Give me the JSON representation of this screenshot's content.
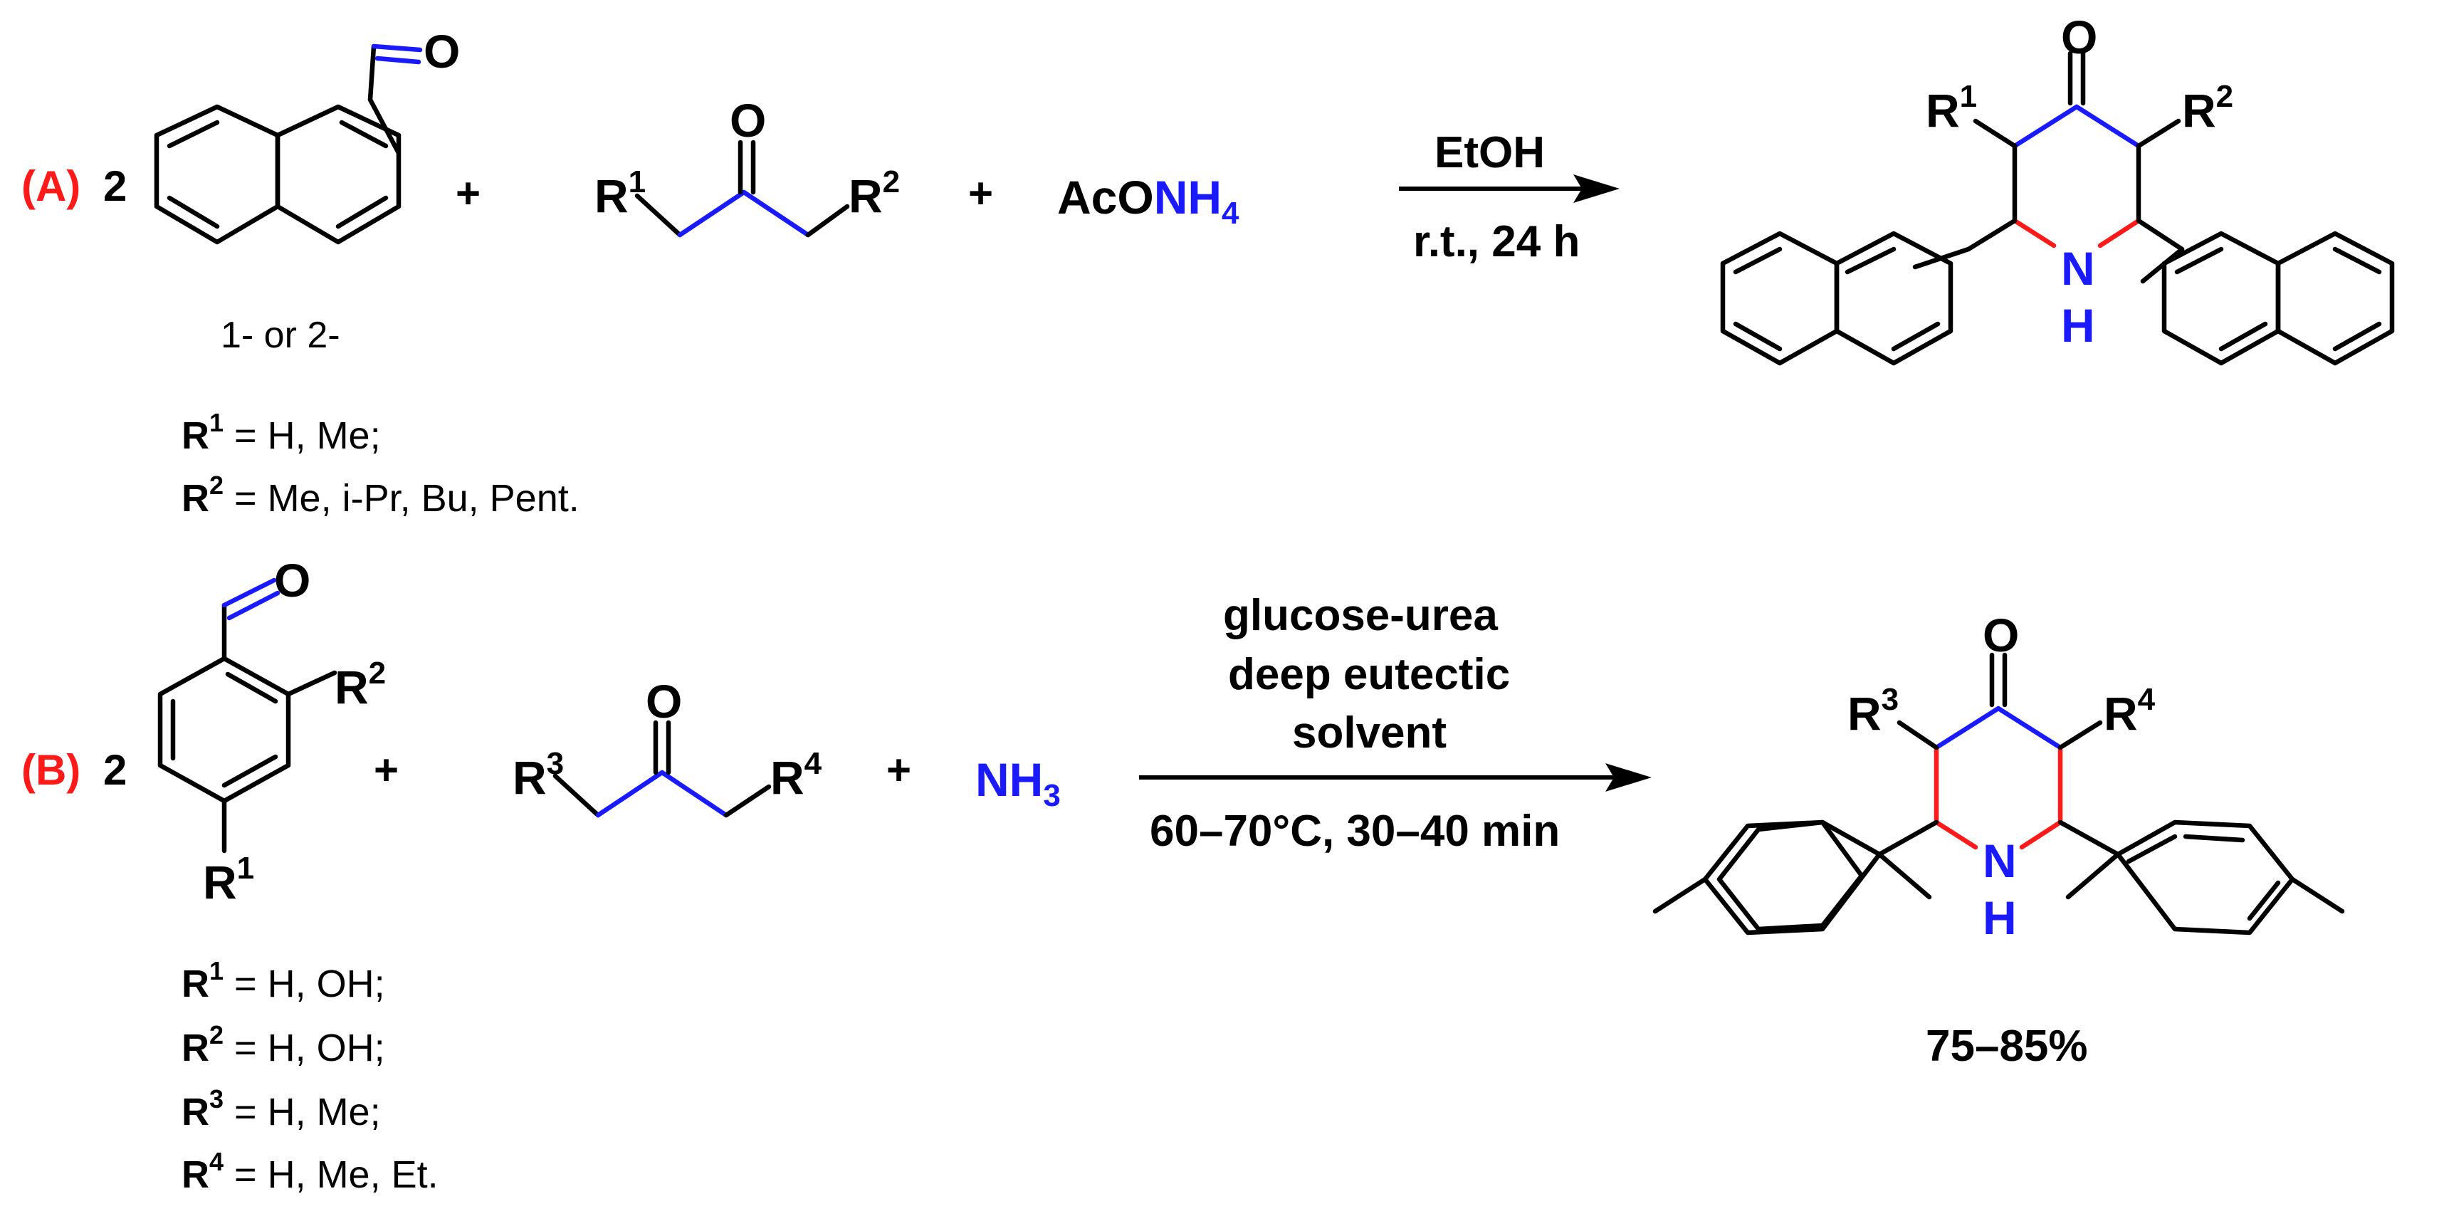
{
  "scheme_a": {
    "label": "(A)",
    "coefficient": "2",
    "plus": "+",
    "aldehyde_o": "O",
    "position_note": "1- or 2-",
    "ketone_o": "O",
    "r1": "R",
    "r1_sup": "1",
    "r2": "R",
    "r2_sup": "2",
    "reagent_aco": "AcO",
    "reagent_nh": "NH",
    "reagent_nh_sub": "4",
    "condition_top": "EtOH",
    "condition_bottom": "r.t., 24 h",
    "product_o": "O",
    "product_n": "N",
    "product_h": "H",
    "product_r1": "R",
    "product_r1_sup": "1",
    "product_r2": "R",
    "product_r2_sup": "2",
    "definitions": [
      {
        "sym": "R",
        "sup": "1",
        "text": " = H, Me;"
      },
      {
        "sym": "R",
        "sup": "2",
        "text": " = Me, i-Pr, Bu, Pent."
      }
    ]
  },
  "scheme_b": {
    "label": "(B)",
    "coefficient": "2",
    "plus": "+",
    "aldehyde_o": "O",
    "aryl_r1": "R",
    "aryl_r1_sup": "1",
    "aryl_r2": "R",
    "aryl_r2_sup": "2",
    "ketone_o": "O",
    "r3": "R",
    "r3_sup": "3",
    "r4": "R",
    "r4_sup": "4",
    "reagent_nh": "NH",
    "reagent_nh_sub": "3",
    "condition_line1": "glucose-urea",
    "condition_line2": "deep eutectic",
    "condition_line3": "solvent",
    "condition_bottom": "60–70°C, 30–40 min",
    "product_o": "O",
    "product_n": "N",
    "product_h": "H",
    "product_r3": "R",
    "product_r3_sup": "3",
    "product_r4": "R",
    "product_r4_sup": "4",
    "yield": "75–85%",
    "definitions": [
      {
        "sym": "R",
        "sup": "1",
        "text": " = H, OH;"
      },
      {
        "sym": "R",
        "sup": "2",
        "text": " = H, OH;"
      },
      {
        "sym": "R",
        "sup": "3",
        "text": " = H, Me;"
      },
      {
        "sym": "R",
        "sup": "4",
        "text": " = H, Me, Et."
      }
    ]
  },
  "colors": {
    "nitrogen_blue": "#1a1aff",
    "bond_red": "#ff1a1a",
    "label_red": "#ff1a1a"
  }
}
